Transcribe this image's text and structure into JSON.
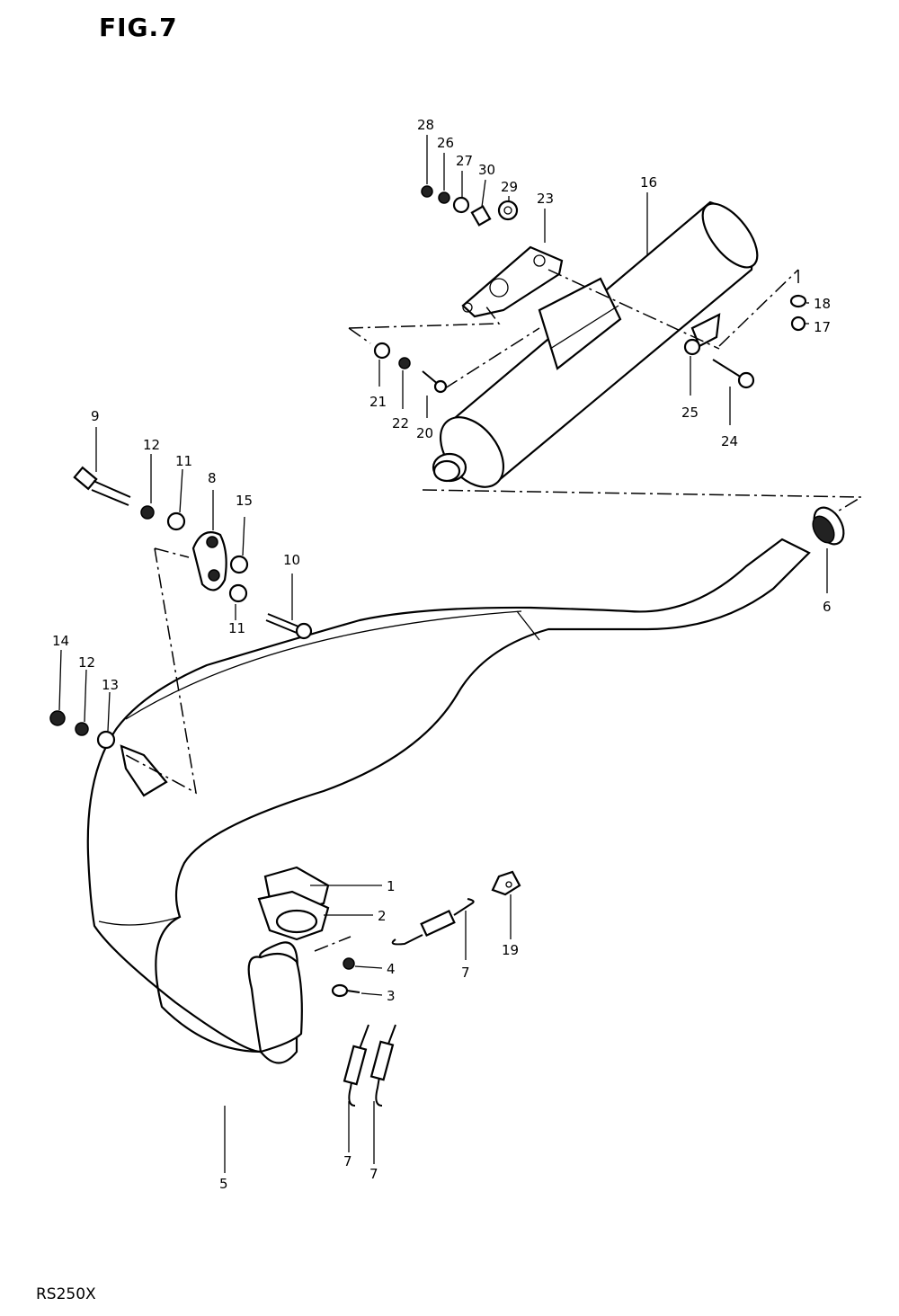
{
  "figure_title": "FIG.7",
  "model_code": "RS250X",
  "part_labels": {
    "p1": "1",
    "p2": "2",
    "p3": "3",
    "p4": "4",
    "p5": "5",
    "p6": "6",
    "p7a": "7",
    "p7b": "7",
    "p7c": "7",
    "p8": "8",
    "p9": "9",
    "p10": "10",
    "p11a": "11",
    "p11b": "11",
    "p12a": "12",
    "p12b": "12",
    "p13": "13",
    "p14": "14",
    "p15": "15",
    "p16": "16",
    "p17": "17",
    "p18": "18",
    "p19": "19",
    "p20": "20",
    "p21": "21",
    "p22": "22",
    "p23": "23",
    "p24": "24",
    "p25": "25",
    "p26": "26",
    "p27": "27",
    "p28": "28",
    "p29": "29",
    "p30": "30"
  }
}
